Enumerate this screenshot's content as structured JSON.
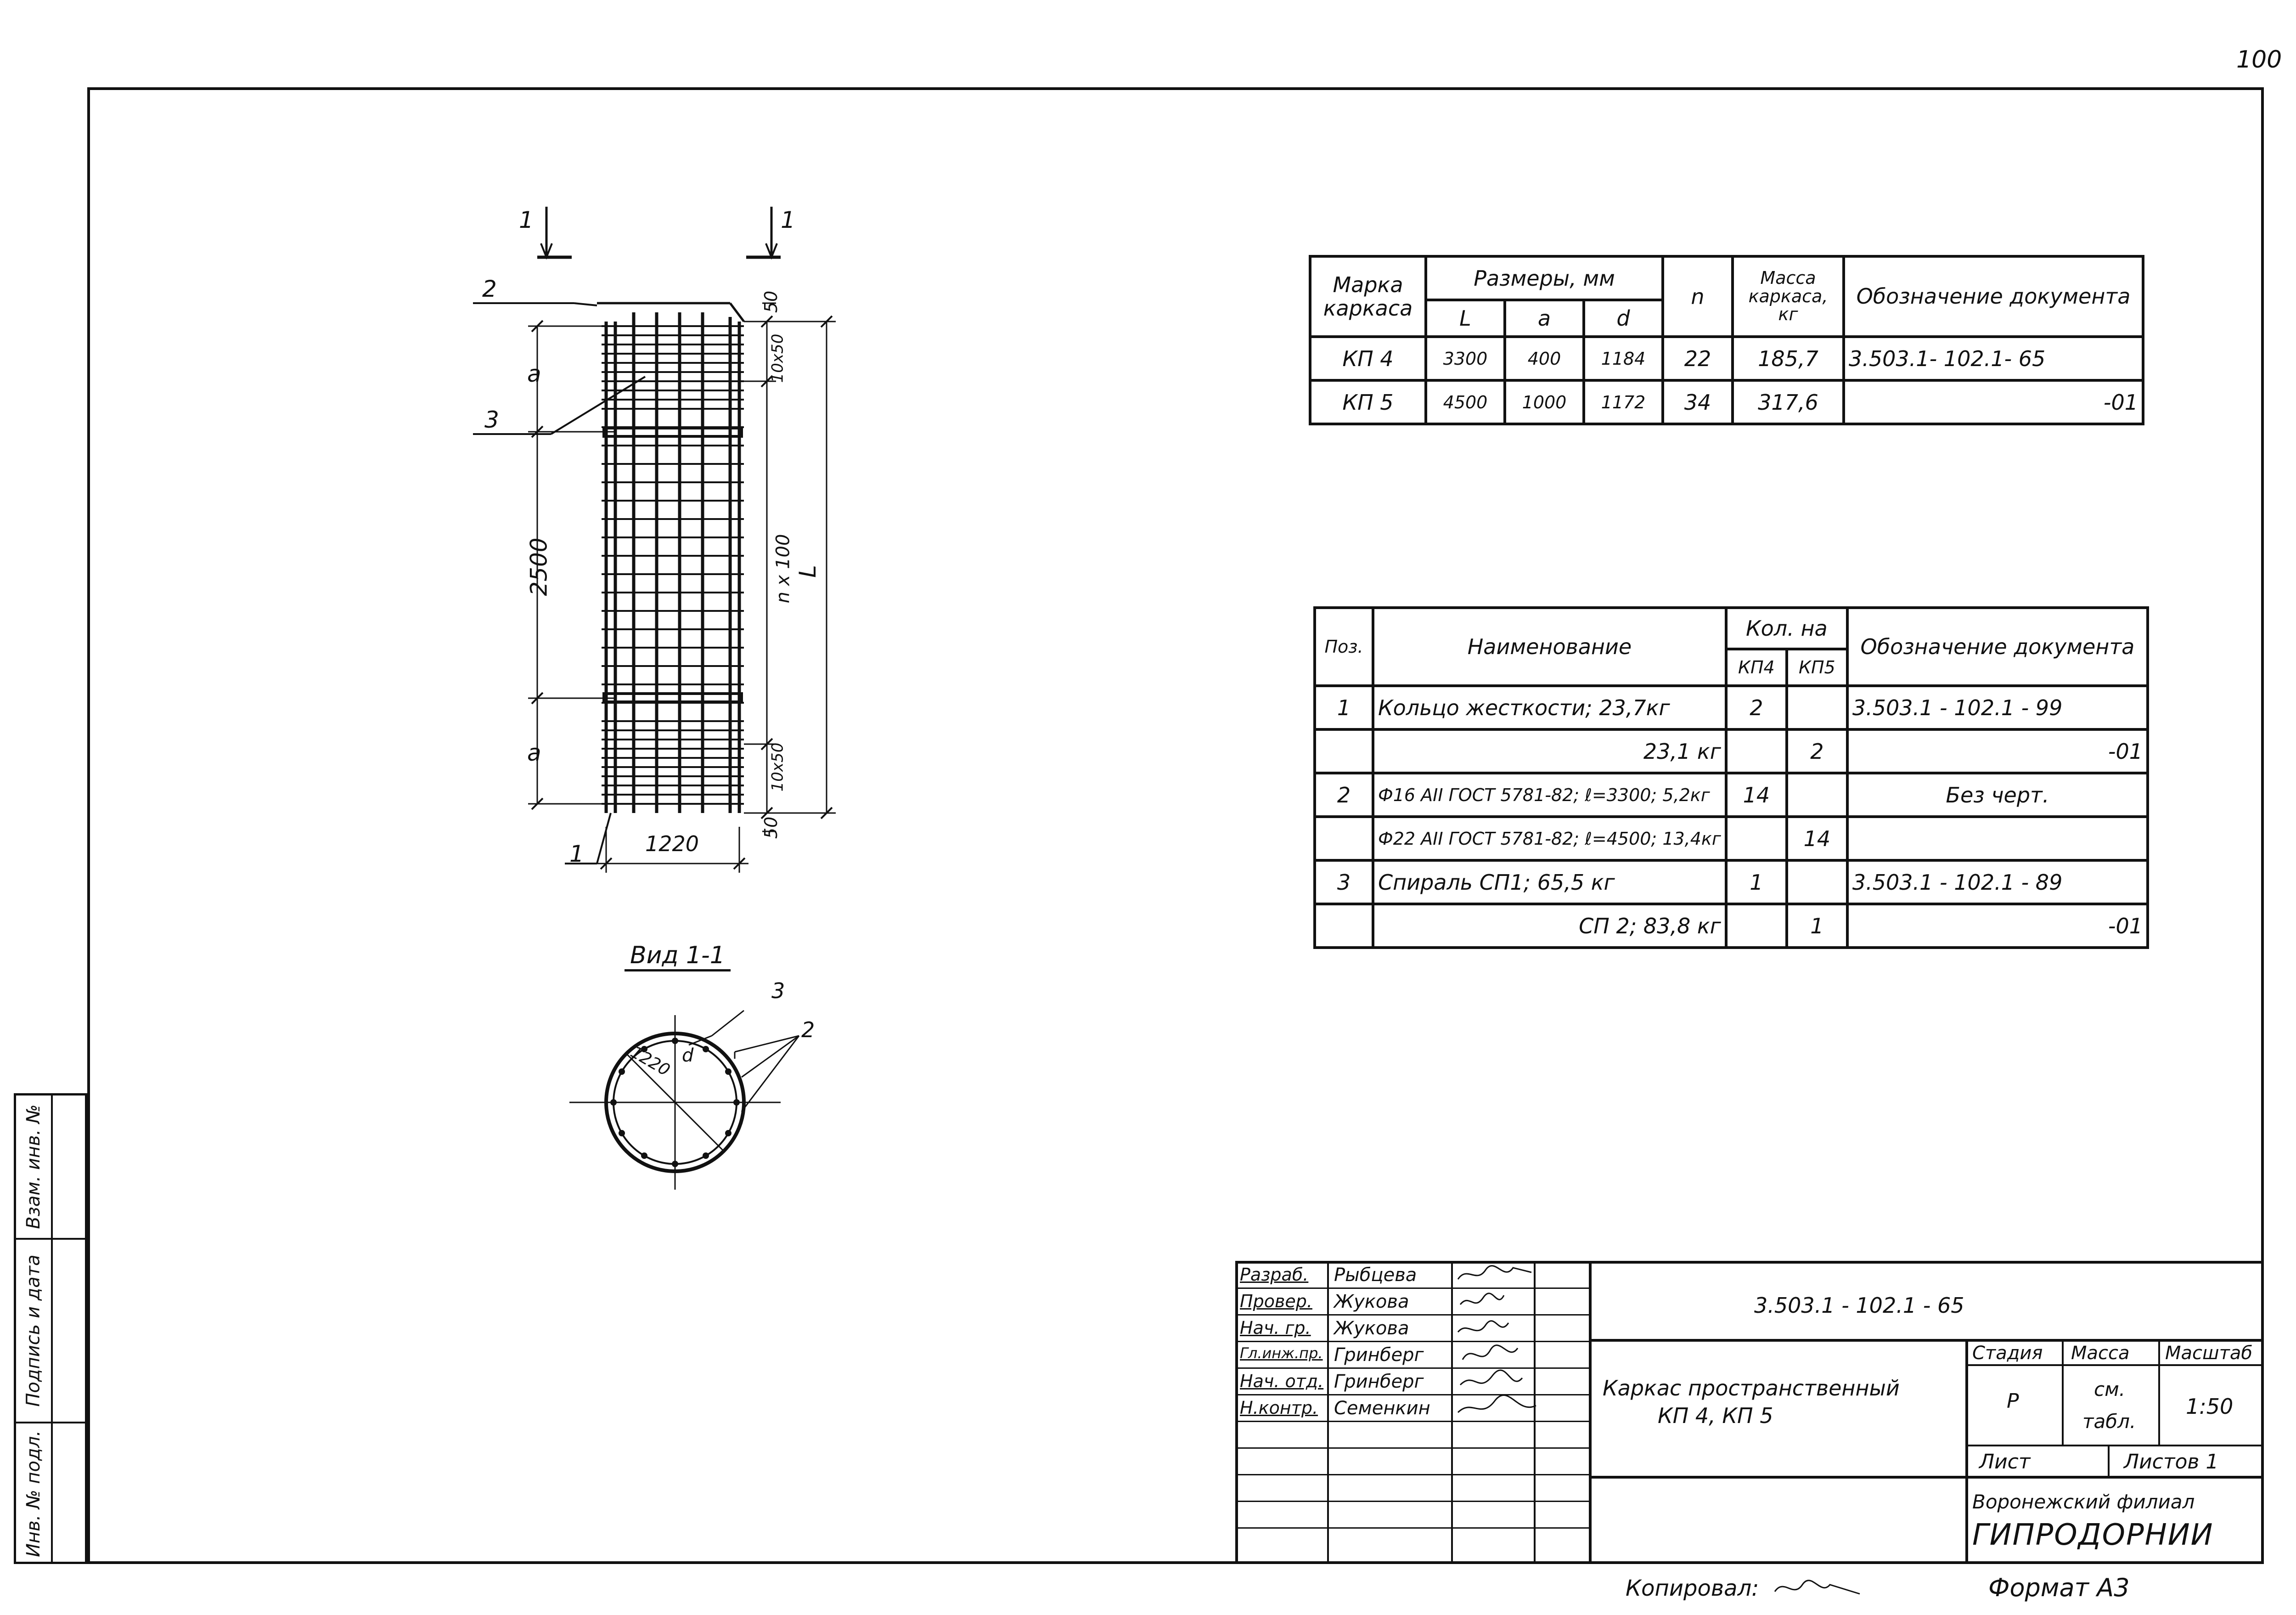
{
  "page_number": "100",
  "sidebar": [
    "Инв. № подл.",
    "Подпись и дата",
    "Взам. инв. №"
  ],
  "drawing": {
    "labels": {
      "section_left": "1",
      "section_right": "1",
      "pos2": "2",
      "pos3": "3",
      "dim_a_top": "a",
      "dim_2500": "2500",
      "dim_a_bottom": "a",
      "dim_50_top": "50",
      "dim_10x50_top": "10х50",
      "dim_n100": "n х 100",
      "dim_L": "L",
      "dim_10x50_bottom": "10х50",
      "dim_50_bottom": "50",
      "dim_1220": "1220",
      "pos1": "1"
    },
    "view_title": "Вид 1-1",
    "view_labels": {
      "pos3": "3",
      "pos2": "2",
      "dia": "1220",
      "d": "d"
    }
  },
  "table1": {
    "headers": {
      "mark": "Марка каркаса",
      "sizes": "Размеры, мм",
      "L": "L",
      "a": "a",
      "d": "d",
      "n": "n",
      "mass": "Масса каркаса, кг",
      "doc": "Обозначение документа"
    },
    "rows": [
      {
        "mark": "КП 4",
        "L": "3300",
        "a": "400",
        "d": "1184",
        "n": "22",
        "mass": "185,7",
        "doc": "3.503.1- 102.1- 65"
      },
      {
        "mark": "КП 5",
        "L": "4500",
        "a": "1000",
        "d": "1172",
        "n": "34",
        "mass": "317,6",
        "doc": "-01"
      }
    ]
  },
  "table2": {
    "headers": {
      "pos": "Поз.",
      "name": "Наименование",
      "qty": "Кол. на",
      "kp4": "КП4",
      "kp5": "КП5",
      "doc": "Обозначение документа"
    },
    "rows": [
      {
        "pos": "1",
        "name": "Кольцо жесткости; 23,7кг",
        "kp4": "2",
        "kp5": "",
        "doc": "3.503.1 - 102.1 - 99"
      },
      {
        "pos": "",
        "name": "23,1 кг",
        "kp4": "",
        "kp5": "2",
        "doc": "-01"
      },
      {
        "pos": "2",
        "name": "Ф16 АII ГОСТ 5781-82; ℓ=3300; 5,2кг",
        "kp4": "14",
        "kp5": "",
        "doc": "Без черт."
      },
      {
        "pos": "",
        "name": "Ф22 АII ГОСТ 5781-82; ℓ=4500; 13,4кг",
        "kp4": "",
        "kp5": "14",
        "doc": ""
      },
      {
        "pos": "3",
        "name": "Спираль СП1;  65,5 кг",
        "kp4": "1",
        "kp5": "",
        "doc": "3.503.1 - 102.1 - 89"
      },
      {
        "pos": "",
        "name": "СП 2;  83,8 кг",
        "kp4": "",
        "kp5": "1",
        "doc": "-01"
      }
    ]
  },
  "stamp": {
    "roles": [
      {
        "role": "Разраб.",
        "name": "Рыбцева"
      },
      {
        "role": "Провер.",
        "name": "Жукова"
      },
      {
        "role": "Нач. гр.",
        "name": "Жукова"
      },
      {
        "role": "Гл.инж.пр.",
        "name": "Гринберг"
      },
      {
        "role": "Нач. отд.",
        "name": "Гринберг"
      },
      {
        "role": "Н.контр.",
        "name": "Семенкин"
      }
    ],
    "doc_code": "3.503.1 - 102.1 - 65",
    "title_line1": "Каркас пространственный",
    "title_line2": "КП 4,  КП 5",
    "stage_label": "Стадия",
    "mass_label": "Масса",
    "scale_label": "Масштаб",
    "stage_value": "Р",
    "mass_value_1": "см.",
    "mass_value_2": "табл.",
    "scale_value": "1:50",
    "sheet_label": "Лист",
    "sheets_label": "Листов 1",
    "org_line1": "Воронежский филиал",
    "org_line2": "ГИПРОДОРНИИ"
  },
  "footer": {
    "copied": "Копировал:",
    "format": "Формат А3"
  }
}
